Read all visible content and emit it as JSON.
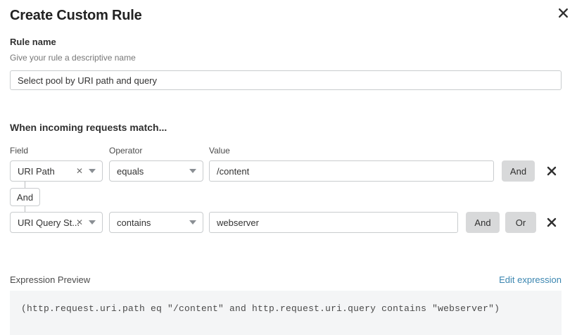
{
  "dialog": {
    "title": "Create Custom Rule",
    "close_icon": "close-icon"
  },
  "rule_name": {
    "label": "Rule name",
    "help": "Give your rule a descriptive name",
    "value": "Select pool by URI path and query",
    "placeholder": ""
  },
  "match_section": {
    "heading": "When incoming requests match...",
    "columns": {
      "field": "Field",
      "operator": "Operator",
      "value": "Value"
    },
    "conditions": [
      {
        "field": "URI Path",
        "operator": "equals",
        "value": "/content",
        "clear_icon": "clear-icon",
        "caret_icon": "chevron-down-icon",
        "and_label": "And",
        "delete_icon": "delete-icon"
      },
      {
        "field": "URI Query St...",
        "operator": "contains",
        "value": "webserver",
        "clear_icon": "clear-icon",
        "caret_icon": "chevron-down-icon",
        "and_label": "And",
        "or_label": "Or",
        "delete_icon": "delete-icon"
      }
    ],
    "connector_label": "And"
  },
  "expression_preview": {
    "label": "Expression Preview",
    "edit_link": "Edit expression",
    "expression": "(http.request.uri.path eq \"/content\" and http.request.uri.query contains \"webserver\")"
  },
  "colors": {
    "link": "#3b86b0",
    "button_bg": "#d8d9da",
    "preview_bg": "#f4f5f6",
    "border": "#c9ccce"
  }
}
